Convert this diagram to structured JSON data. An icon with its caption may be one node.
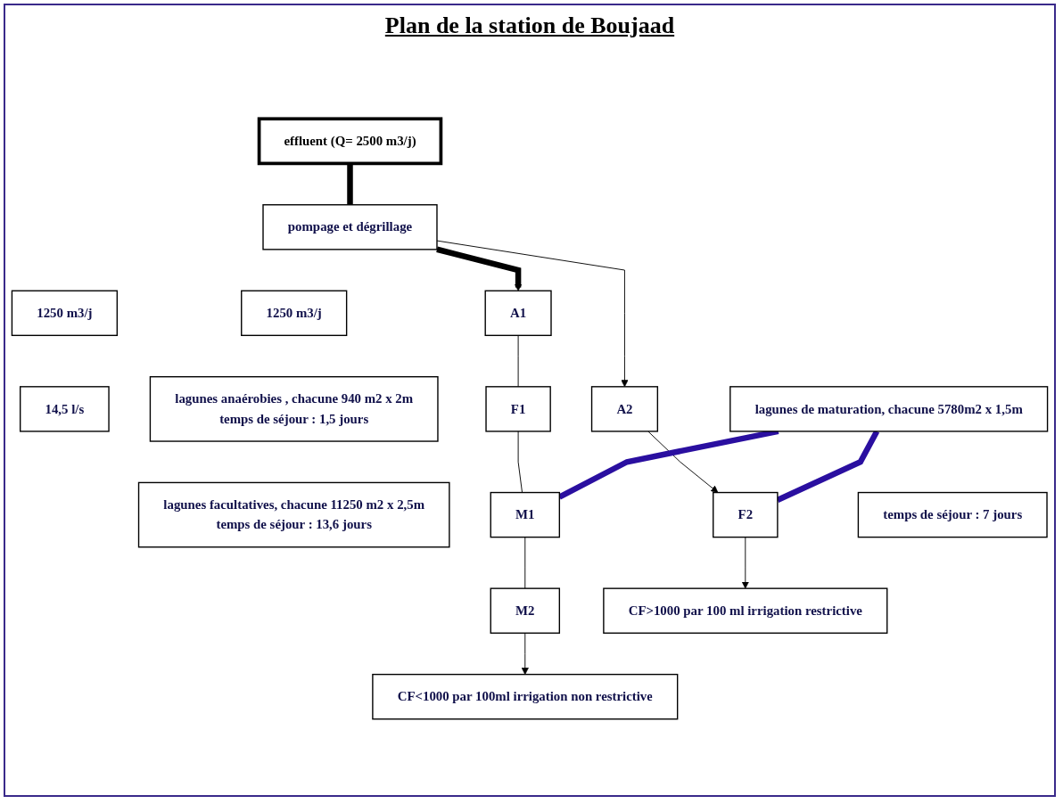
{
  "diagram": {
    "title": "Plan de la station de Boujaad",
    "nodes": [
      {
        "text": [
          "effluent (Q= 2500 m3/j)"
        ]
      },
      {
        "text": [
          "pompage et dégrillage"
        ]
      },
      {
        "text": [
          "1250 m3/j"
        ]
      },
      {
        "text": [
          "1250 m3/j"
        ]
      },
      {
        "text": [
          "14,5 l/s"
        ]
      },
      {
        "text": [
          "A1"
        ]
      },
      {
        "text": [
          "lagunes anaérobies , chacune 940 m2 x 2m",
          "temps de séjour : 1,5 jours"
        ]
      },
      {
        "text": [
          "A2"
        ]
      },
      {
        "text": [
          "F1"
        ]
      },
      {
        "text": [
          "lagunes facultatives, chacune 11250 m2 x 2,5m",
          "temps de séjour : 13,6 jours"
        ]
      },
      {
        "text": [
          "F2"
        ]
      },
      {
        "text": [
          "lagunes de maturation, chacune 5780m2 x 1,5m"
        ]
      },
      {
        "text": [
          "M1"
        ]
      },
      {
        "text": [
          "temps de séjour : 7 jours"
        ]
      },
      {
        "text": [
          "M2"
        ]
      },
      {
        "text": [
          "CF>1000 par 100 ml irrigation restrictive"
        ]
      },
      {
        "text": [
          "CF<1000 par 100ml irrigation non restrictive"
        ]
      }
    ],
    "edges": [
      {
        "from": 0,
        "to": 1,
        "arrow": "none",
        "style": "thick"
      },
      {
        "from": 1,
        "to": 5,
        "arrow": "to",
        "style": "thick"
      },
      {
        "from": 1,
        "to": 7,
        "arrow": "to"
      },
      {
        "from": 5,
        "to": 8,
        "arrow": "none"
      },
      {
        "from": 8,
        "to": 12,
        "arrow": "none"
      },
      {
        "from": 12,
        "to": 14,
        "arrow": "none"
      },
      {
        "from": 14,
        "to": 16,
        "arrow": "to"
      },
      {
        "from": 7,
        "to": 10,
        "arrow": "to"
      },
      {
        "from": 10,
        "to": 15,
        "arrow": "to"
      },
      {
        "from": 11,
        "to": 12,
        "arrow": "none",
        "style": "thick",
        "color": "#2a0fa0"
      },
      {
        "from": 11,
        "to": 10,
        "arrow": "none",
        "style": "thick",
        "color": "#2a0fa0"
      }
    ]
  }
}
